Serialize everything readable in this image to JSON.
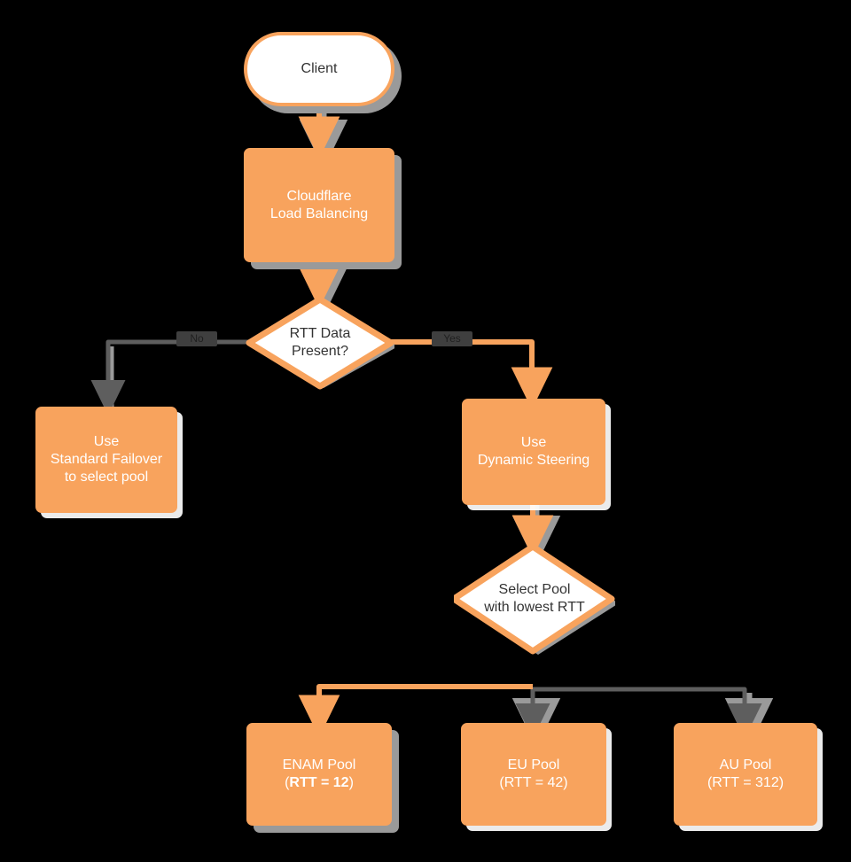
{
  "diagram": {
    "type": "flowchart",
    "direction": "top-down",
    "background": "#000000",
    "colors": {
      "node_fill": "#F8A35D",
      "node_text": "#FFFFFF",
      "decision_fill": "#FFFFFF",
      "decision_border": "#F8A35D",
      "decision_text": "#333333",
      "active_edge": "#F8A35D",
      "inactive_edge": "#5E5E5E",
      "shadow_gray": "#9A9A9A",
      "shadow_white": "#FFFFFF",
      "edge_label_bg": "#3F3F3F"
    },
    "nodes": {
      "client": {
        "id": "client",
        "label": "Client",
        "shape": "stadium",
        "style": "white"
      },
      "lb": {
        "id": "lb",
        "label_line1": "Cloudflare",
        "label_line2": "Load Balancing",
        "shape": "rect",
        "style": "orange"
      },
      "rtt_decision": {
        "id": "rtt_decision",
        "label_line1": "RTT Data",
        "label_line2": "Present?",
        "shape": "diamond",
        "style": "white"
      },
      "failover": {
        "id": "failover",
        "label_line1": "Use",
        "label_line2": "Standard Failover",
        "label_line3": "to select pool",
        "shape": "rect",
        "style": "orange"
      },
      "dynamic": {
        "id": "dynamic",
        "label_line1": "Use",
        "label_line2": "Dynamic Steering",
        "shape": "rect",
        "style": "orange"
      },
      "select_pool": {
        "id": "select_pool",
        "label_line1": "Select Pool",
        "label_line2": "with lowest RTT",
        "shape": "diamond",
        "style": "white"
      },
      "enam": {
        "id": "enam",
        "label_line1": "ENAM Pool",
        "rtt_open": "(",
        "rtt_text": "RTT = 12",
        "rtt_close": ")",
        "shape": "rect",
        "style": "orange",
        "highlighted": true
      },
      "eu": {
        "id": "eu",
        "label_line1": "EU Pool",
        "rtt_open": "(",
        "rtt_text": "RTT = 42",
        "rtt_close": ")",
        "shape": "rect",
        "style": "orange",
        "highlighted": false
      },
      "au": {
        "id": "au",
        "label_line1": "AU Pool",
        "rtt_open": "(",
        "rtt_text": "RTT = 312",
        "rtt_close": ")",
        "shape": "rect",
        "style": "orange",
        "highlighted": false
      }
    },
    "edges": [
      {
        "id": "e1",
        "from": "client",
        "to": "lb",
        "label": "",
        "state": "active"
      },
      {
        "id": "e2",
        "from": "lb",
        "to": "rtt_decision",
        "label": "",
        "state": "active"
      },
      {
        "id": "e3",
        "from": "rtt_decision",
        "to": "failover",
        "label": "No",
        "state": "inactive"
      },
      {
        "id": "e4",
        "from": "rtt_decision",
        "to": "dynamic",
        "label": "Yes",
        "state": "active"
      },
      {
        "id": "e5",
        "from": "dynamic",
        "to": "select_pool",
        "label": "",
        "state": "active"
      },
      {
        "id": "e6",
        "from": "select_pool",
        "to": "enam",
        "label": "",
        "state": "active"
      },
      {
        "id": "e7",
        "from": "select_pool",
        "to": "eu",
        "label": "",
        "state": "inactive"
      },
      {
        "id": "e8",
        "from": "select_pool",
        "to": "au",
        "label": "",
        "state": "inactive"
      }
    ],
    "edge_labels": {
      "no": "No",
      "yes": "Yes"
    }
  }
}
